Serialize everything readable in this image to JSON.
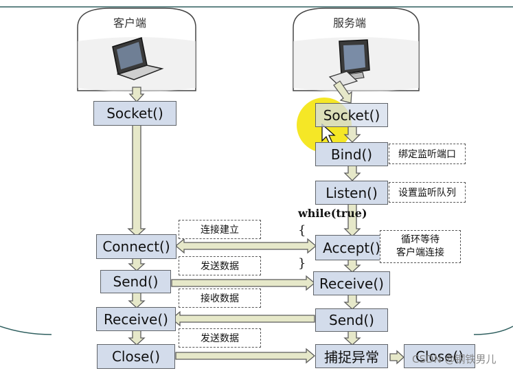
{
  "client": {
    "title": "客户端",
    "socket": "Socket()",
    "connect": "Connect()",
    "send": "Send()",
    "receive": "Receive()",
    "close": "Close()"
  },
  "server": {
    "title": "服务端",
    "socket": "Socket()",
    "bind": "Bind()",
    "listen": "Listen()",
    "accept": "Accept()",
    "receive": "Receive()",
    "send": "Send()",
    "catch": "捕捉异常",
    "close": "Close()"
  },
  "notes": {
    "bind": "绑定监听端口",
    "listen": "设置监听队列",
    "accept_line1": "循环等待",
    "accept_line2": "客户端连接"
  },
  "messages": {
    "connect": "连接建立",
    "send": "发送数据",
    "receive": "接收数据",
    "send2": "发送数据"
  },
  "loop": {
    "while": "while(true)",
    "open_brace": "{",
    "close_brace": "}"
  },
  "watermark": "CSDN @钢铁男儿",
  "colors": {
    "box_fill": "#d3dceb",
    "arrow_fill": "#e6e8c9",
    "highlight": "#f3e300"
  }
}
